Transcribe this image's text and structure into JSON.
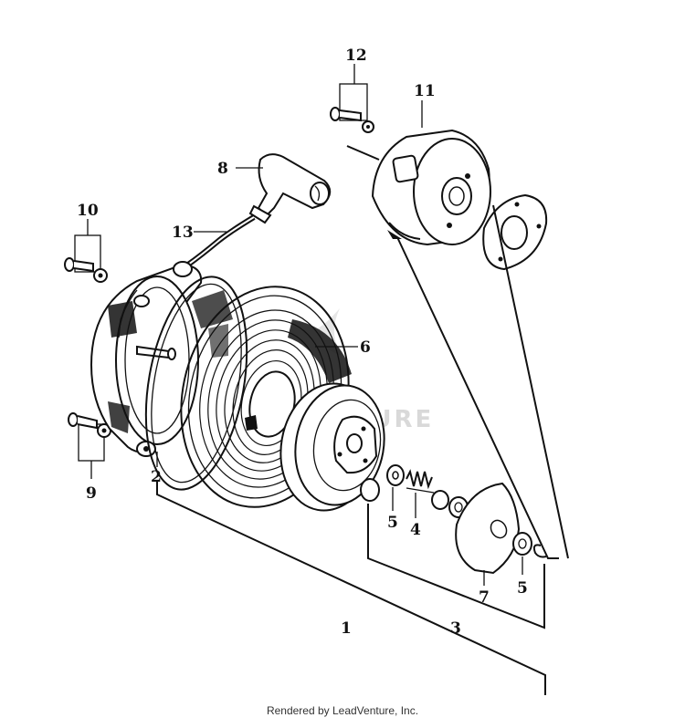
{
  "diagram": {
    "callouts": [
      {
        "id": "c12",
        "label": "12"
      },
      {
        "id": "c11",
        "label": "11"
      },
      {
        "id": "c8",
        "label": "8"
      },
      {
        "id": "c10",
        "label": "10"
      },
      {
        "id": "c13",
        "label": "13"
      },
      {
        "id": "c6",
        "label": "6"
      },
      {
        "id": "c2",
        "label": "2"
      },
      {
        "id": "c9",
        "label": "9"
      },
      {
        "id": "c5a",
        "label": "5"
      },
      {
        "id": "c4",
        "label": "4"
      },
      {
        "id": "c5b",
        "label": "5"
      },
      {
        "id": "c7",
        "label": "7"
      },
      {
        "id": "c1",
        "label": "1"
      },
      {
        "id": "c3",
        "label": "3"
      }
    ],
    "watermark": "VENTURE",
    "credit": "Rendered by LeadVenture, Inc."
  },
  "colors": {
    "ink": "#111111",
    "watermark": "#d9d9d9",
    "background": "#ffffff"
  }
}
